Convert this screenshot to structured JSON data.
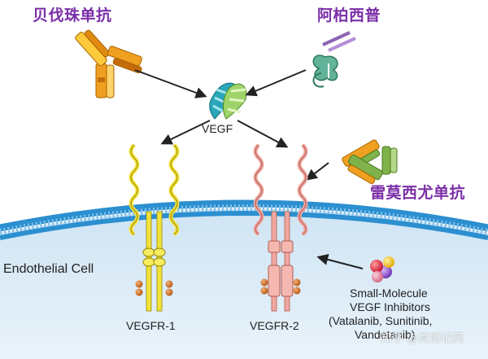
{
  "labels": {
    "bevacizumab": "贝伐珠单抗",
    "aflibercept": "阿柏西普",
    "ramucirumab": "雷莫西尤单抗",
    "vegf": "VEGF",
    "endothelial_cell": "Endothelial Cell",
    "vegfr1": "VEGFR-1",
    "vegfr2": "VEGFR-2",
    "inhibitors_line1": "Small-Molecule",
    "inhibitors_line2": "VEGF Inhibitors",
    "inhibitors_line3": "(Vatalanib, Sunitinib,",
    "inhibitors_line4": "Vandetanib)",
    "watermark": "知乎 @肖博记药"
  },
  "colors": {
    "drug_label": "#7b2fa8",
    "membrane_blue": "#2b8fd0",
    "cell_interior": "#dfeef8",
    "vegfr1": "#f2e23a",
    "vegfr2": "#f0a8a0",
    "kinase": "#d9782a",
    "antibody_orange": "#f0a020",
    "antibody_green": "#7fb24a",
    "aflibercept_purple": "#8e63b3",
    "aflibercept_green": "#62b39a",
    "vegf_teal": "#2aa6b8"
  }
}
